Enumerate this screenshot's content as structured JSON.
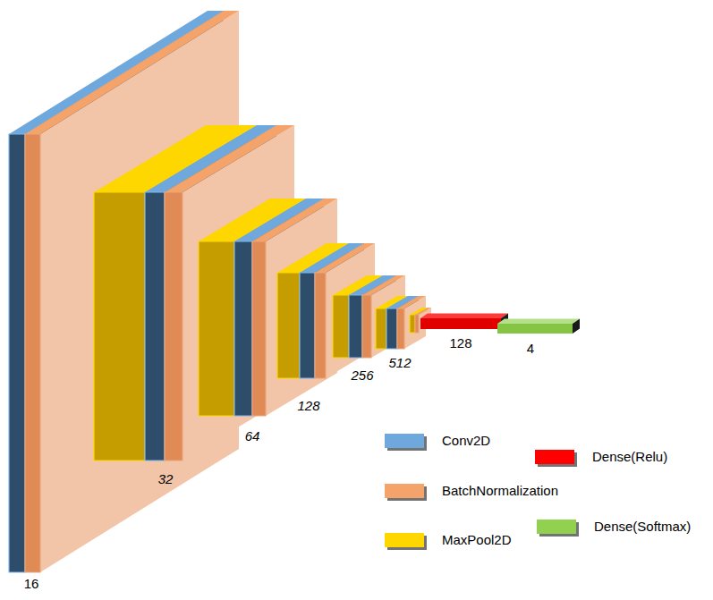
{
  "diagram": {
    "labels": [
      "16",
      "32",
      "64",
      "128",
      "256",
      "512",
      "128",
      "4"
    ],
    "legend": [
      {
        "text": "Conv2D",
        "color": "#6fa8dc"
      },
      {
        "text": "Dense(Relu)",
        "color": "#ff0000"
      },
      {
        "text": "BatchNormalization",
        "color": "#f4a36b"
      },
      {
        "text": "Dense(Softmax)",
        "color": "#92d050"
      },
      {
        "text": "MaxPool2D",
        "color": "#ffd700"
      }
    ]
  }
}
